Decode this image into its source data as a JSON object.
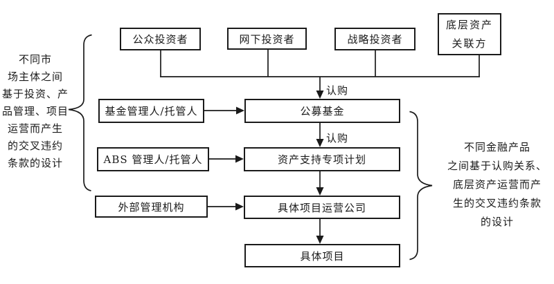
{
  "diagram": {
    "left_note": {
      "lines": [
        "不同市",
        "场主体之间",
        "基于投资、产",
        "品管理、项目",
        "运营而产生",
        "的交叉违约",
        "条款的设计"
      ]
    },
    "right_note": {
      "lines": [
        "不同金融产品",
        "之间基于认购关系、",
        "底层资产运营而产",
        "生的交叉违约条款",
        "的设计"
      ]
    },
    "top_row": {
      "public_investors": "公众投资者",
      "offline_investors": "网下投资者",
      "strategic_investors": "战略投资者",
      "underlying_asset_line1": "底层资产",
      "underlying_asset_line2": "关联方"
    },
    "left_column": {
      "fund_manager": "基金管理人/托管人",
      "abs_manager": "ABS 管理人/托管人",
      "external_manager": "外部管理机构"
    },
    "main_chain": {
      "public_fund": "公募基金",
      "abs_plan": "资产支持专项计划",
      "project_operator": "具体项目运营公司",
      "project": "具体项目"
    },
    "edge_labels": {
      "subscribe_top": "认购",
      "subscribe_mid": "认购"
    },
    "colors": {
      "line": "#1a1a1a",
      "background": "#ffffff"
    }
  }
}
